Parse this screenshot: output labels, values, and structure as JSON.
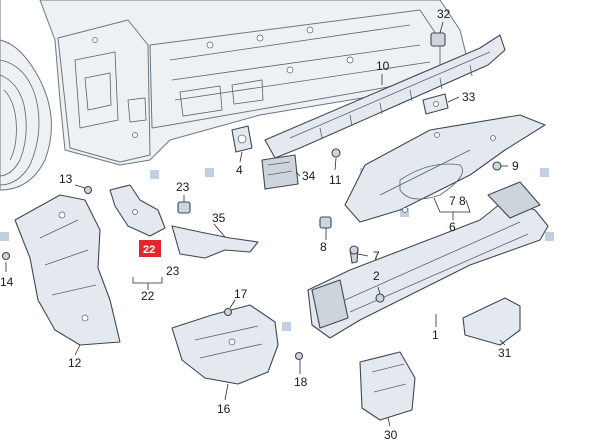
{
  "diagram": {
    "selected_color": "#e2262f",
    "callouts": {
      "p1": "1",
      "p2": "2",
      "p6": "6",
      "p7": "7",
      "p7_8": "7 8",
      "p8": "8",
      "p9": "9",
      "p10": "10",
      "p11": "11",
      "p12": "12",
      "p13": "13",
      "p14": "14",
      "p16": "16",
      "p17": "17",
      "p18": "18",
      "p22": "22",
      "p22_sel": "22",
      "p23a": "23",
      "p23b": "23",
      "p30": "30",
      "p31": "31",
      "p32": "32",
      "p33": "33",
      "p34": "34",
      "p35": "35",
      "p4": "4"
    }
  }
}
